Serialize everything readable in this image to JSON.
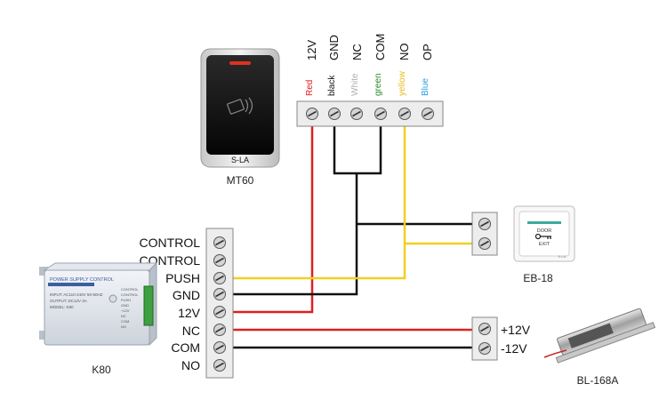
{
  "devices": {
    "reader": {
      "name": "MT60",
      "logo": "S-LA"
    },
    "exit_button": {
      "name": "EB-18",
      "face_top": "DOOR",
      "face_bottom": "EXIT",
      "logo": "S-LA"
    },
    "power_supply": {
      "name": "K80",
      "panel_title": "POWER SUPPLY CONTROL",
      "panel_lines": [
        "INPUT: AC110-240V 50-60HZ",
        "OUTPUT: DC12V 3A",
        "MODEL: K80"
      ],
      "side_lines": [
        "CONTROL",
        "CONTROL",
        "PUSH",
        "GND",
        "+12V",
        "NC",
        "COM",
        "NO"
      ]
    },
    "lock": {
      "name": "BL-168A"
    }
  },
  "reader_terminals": [
    {
      "label": "12V",
      "wire_color": "Red",
      "color": "#e02020"
    },
    {
      "label": "GND",
      "wire_color": "black",
      "color": "#111111"
    },
    {
      "label": "NC",
      "wire_color": "White",
      "color": "#b0b0b0"
    },
    {
      "label": "COM",
      "wire_color": "green",
      "color": "#2e8b2e"
    },
    {
      "label": "NO",
      "wire_color": "yellow",
      "color": "#e8c020"
    },
    {
      "label": "OP",
      "wire_color": "Blue",
      "color": "#2aa0e0"
    }
  ],
  "psu_terminals": [
    "CONTROL",
    "CONTROL",
    "PUSH",
    "GND",
    "12V",
    "NC",
    "COM",
    "NO"
  ],
  "lock_terminals": [
    "+12V",
    "-12V"
  ],
  "wire_colors": {
    "red": "#e02020",
    "black": "#111111",
    "yellow": "#f0d020"
  }
}
